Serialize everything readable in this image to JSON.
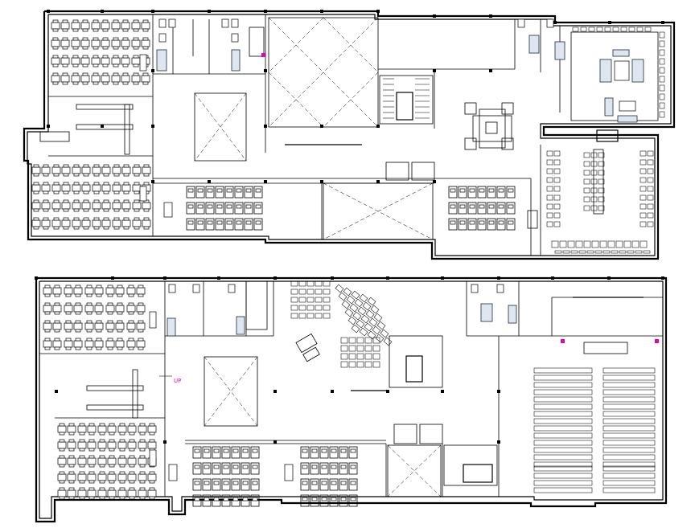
{
  "drawing": {
    "type": "architectural floor plans",
    "plans_shown": 2,
    "colors": {
      "linework": "#000000",
      "annotation": "#e000c0",
      "fixtures": "#1b2a3c",
      "background": "#ffffff"
    }
  },
  "annotations": {
    "stair_up_label": "UP"
  }
}
